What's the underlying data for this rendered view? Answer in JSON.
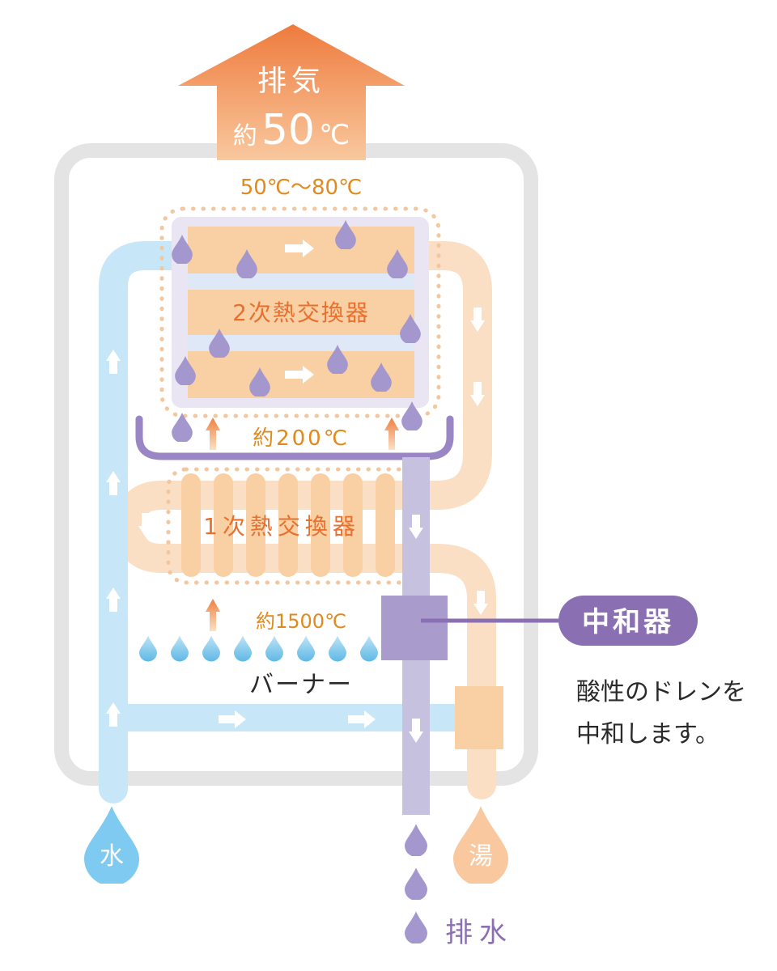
{
  "exhaust": {
    "line1": "排気",
    "prefix": "約",
    "value": "50",
    "unit": "℃"
  },
  "temps": {
    "secondary_range": "50℃〜80℃",
    "mid": "約200℃",
    "burner_temp": "約1500℃"
  },
  "components": {
    "secondary_hx": "2次熱交換器",
    "primary_hx": "1次熱交換器",
    "burner": "バーナー",
    "neutralizer": "中和器"
  },
  "neutralizer_note": {
    "line1": "酸性のドレンを",
    "line2": "中和します。"
  },
  "labels": {
    "water": "水",
    "hot_water": "湯",
    "drain": "排水"
  },
  "colors": {
    "exhaust_arrow_top": "#ee7b3d",
    "exhaust_arrow_bottom": "#f9c89e",
    "cold_pipe": "#c7e6f7",
    "hot_pipe": "#fadfc4",
    "drain_pipe": "#c6c1df",
    "purple": "#8a70b3",
    "label_orange": "#e8702e",
    "temp_orange": "#e08a1e",
    "casing": "#e4e4e4"
  }
}
